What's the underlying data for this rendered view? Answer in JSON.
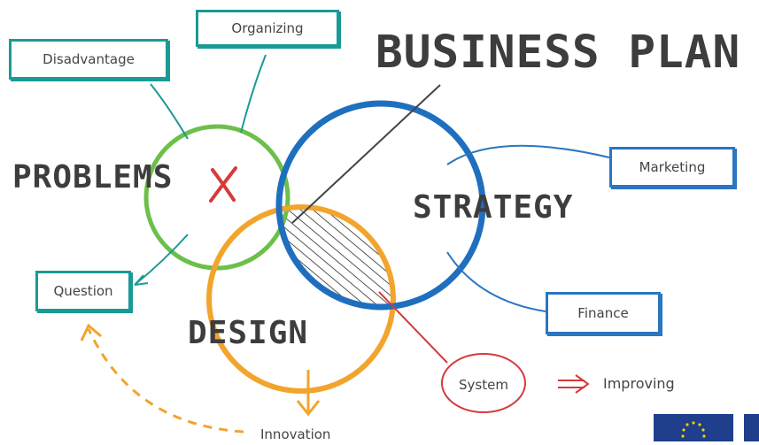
{
  "title": "BUSINESS PLAN",
  "circles": {
    "problems": {
      "label": "PROBLEMS",
      "color": "#6cc04a"
    },
    "strategy": {
      "label": "STRATEGY",
      "color": "#1f6fbf"
    },
    "design": {
      "label": "DESIGN",
      "color": "#f2a42c"
    }
  },
  "labels": {
    "disadvantage": "Disadvantage",
    "organizing": "Organizing",
    "question": "Question",
    "marketing": "Marketing",
    "finance": "Finance",
    "system": "System",
    "improving": "Improving",
    "innovation": "Innovation"
  },
  "marks": {
    "cross": "X",
    "arrows": "→"
  },
  "icons": [
    "cross-mark-icon",
    "eu-flag-icon"
  ],
  "colors": {
    "teal": "#1a9a96",
    "blue": "#2a76c0",
    "red": "#d63a3a",
    "orange": "#f2a42c",
    "text": "#3d3d3d"
  }
}
